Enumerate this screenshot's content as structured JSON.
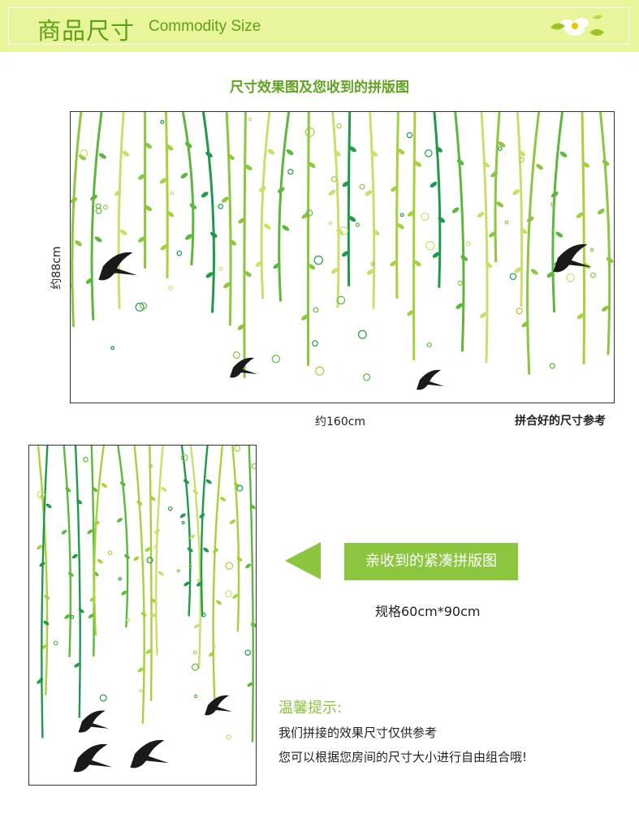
{
  "header": {
    "title_zh": "商品尺寸",
    "title_en": "Commodity Size",
    "flower_icon": "flower-icon"
  },
  "section": {
    "title": "尺寸效果图及您收到的拼版图"
  },
  "sample": {
    "height_label": "约88cm",
    "width_label": "约160cm",
    "ref_label": "拼合好的尺寸参考"
  },
  "sheet": {
    "label": "亲收到的紧凑拼版图",
    "spec": "规格60cm*90cm",
    "arrow_icon": "arrow-left-icon"
  },
  "tips": {
    "title": "温馨提示:",
    "line1": "我们拼接的效果尺寸仅供参考",
    "line2": "您可以根据您房间的尺寸大小进行自由组合哦!"
  },
  "colors": {
    "header_bg": "#e9f59a",
    "accent": "#8cc63f",
    "dark_green": "#1f9a4a",
    "light_green": "#a7d13a"
  }
}
